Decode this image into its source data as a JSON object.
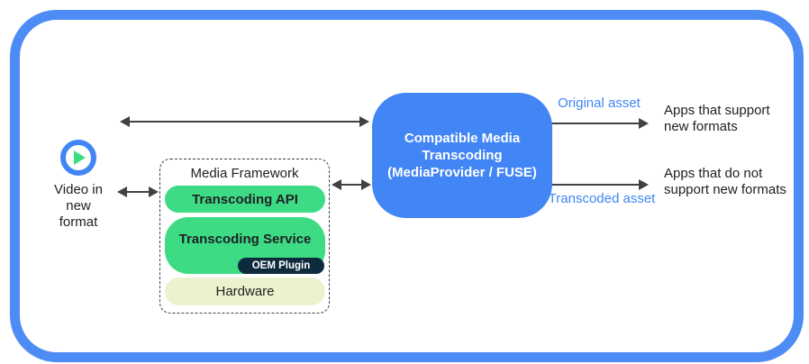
{
  "source": {
    "icon": "play-icon",
    "label": "Video in\nnew\nformat"
  },
  "media_framework": {
    "title": "Media Framework",
    "layers": [
      {
        "label": "Transcoding API"
      },
      {
        "label": "Transcoding Service",
        "plugin": "OEM Plugin"
      },
      {
        "label": "Hardware"
      }
    ]
  },
  "transcoding_box": {
    "label": "Compatible Media\nTranscoding\n(MediaProvider / FUSE)"
  },
  "outputs": [
    {
      "asset_label": "Original asset",
      "target": "Apps that support\nnew formats"
    },
    {
      "asset_label": "Transcoded asset",
      "target": "Apps that do not\nsupport new formats"
    }
  ],
  "colors": {
    "blue": "#4285f4",
    "border-blue": "#4d8bf5",
    "green": "#3ddc84",
    "cream": "#edf2ce",
    "navy": "#0e2a3d",
    "arrow": "#3f4245",
    "text": "#202124"
  }
}
